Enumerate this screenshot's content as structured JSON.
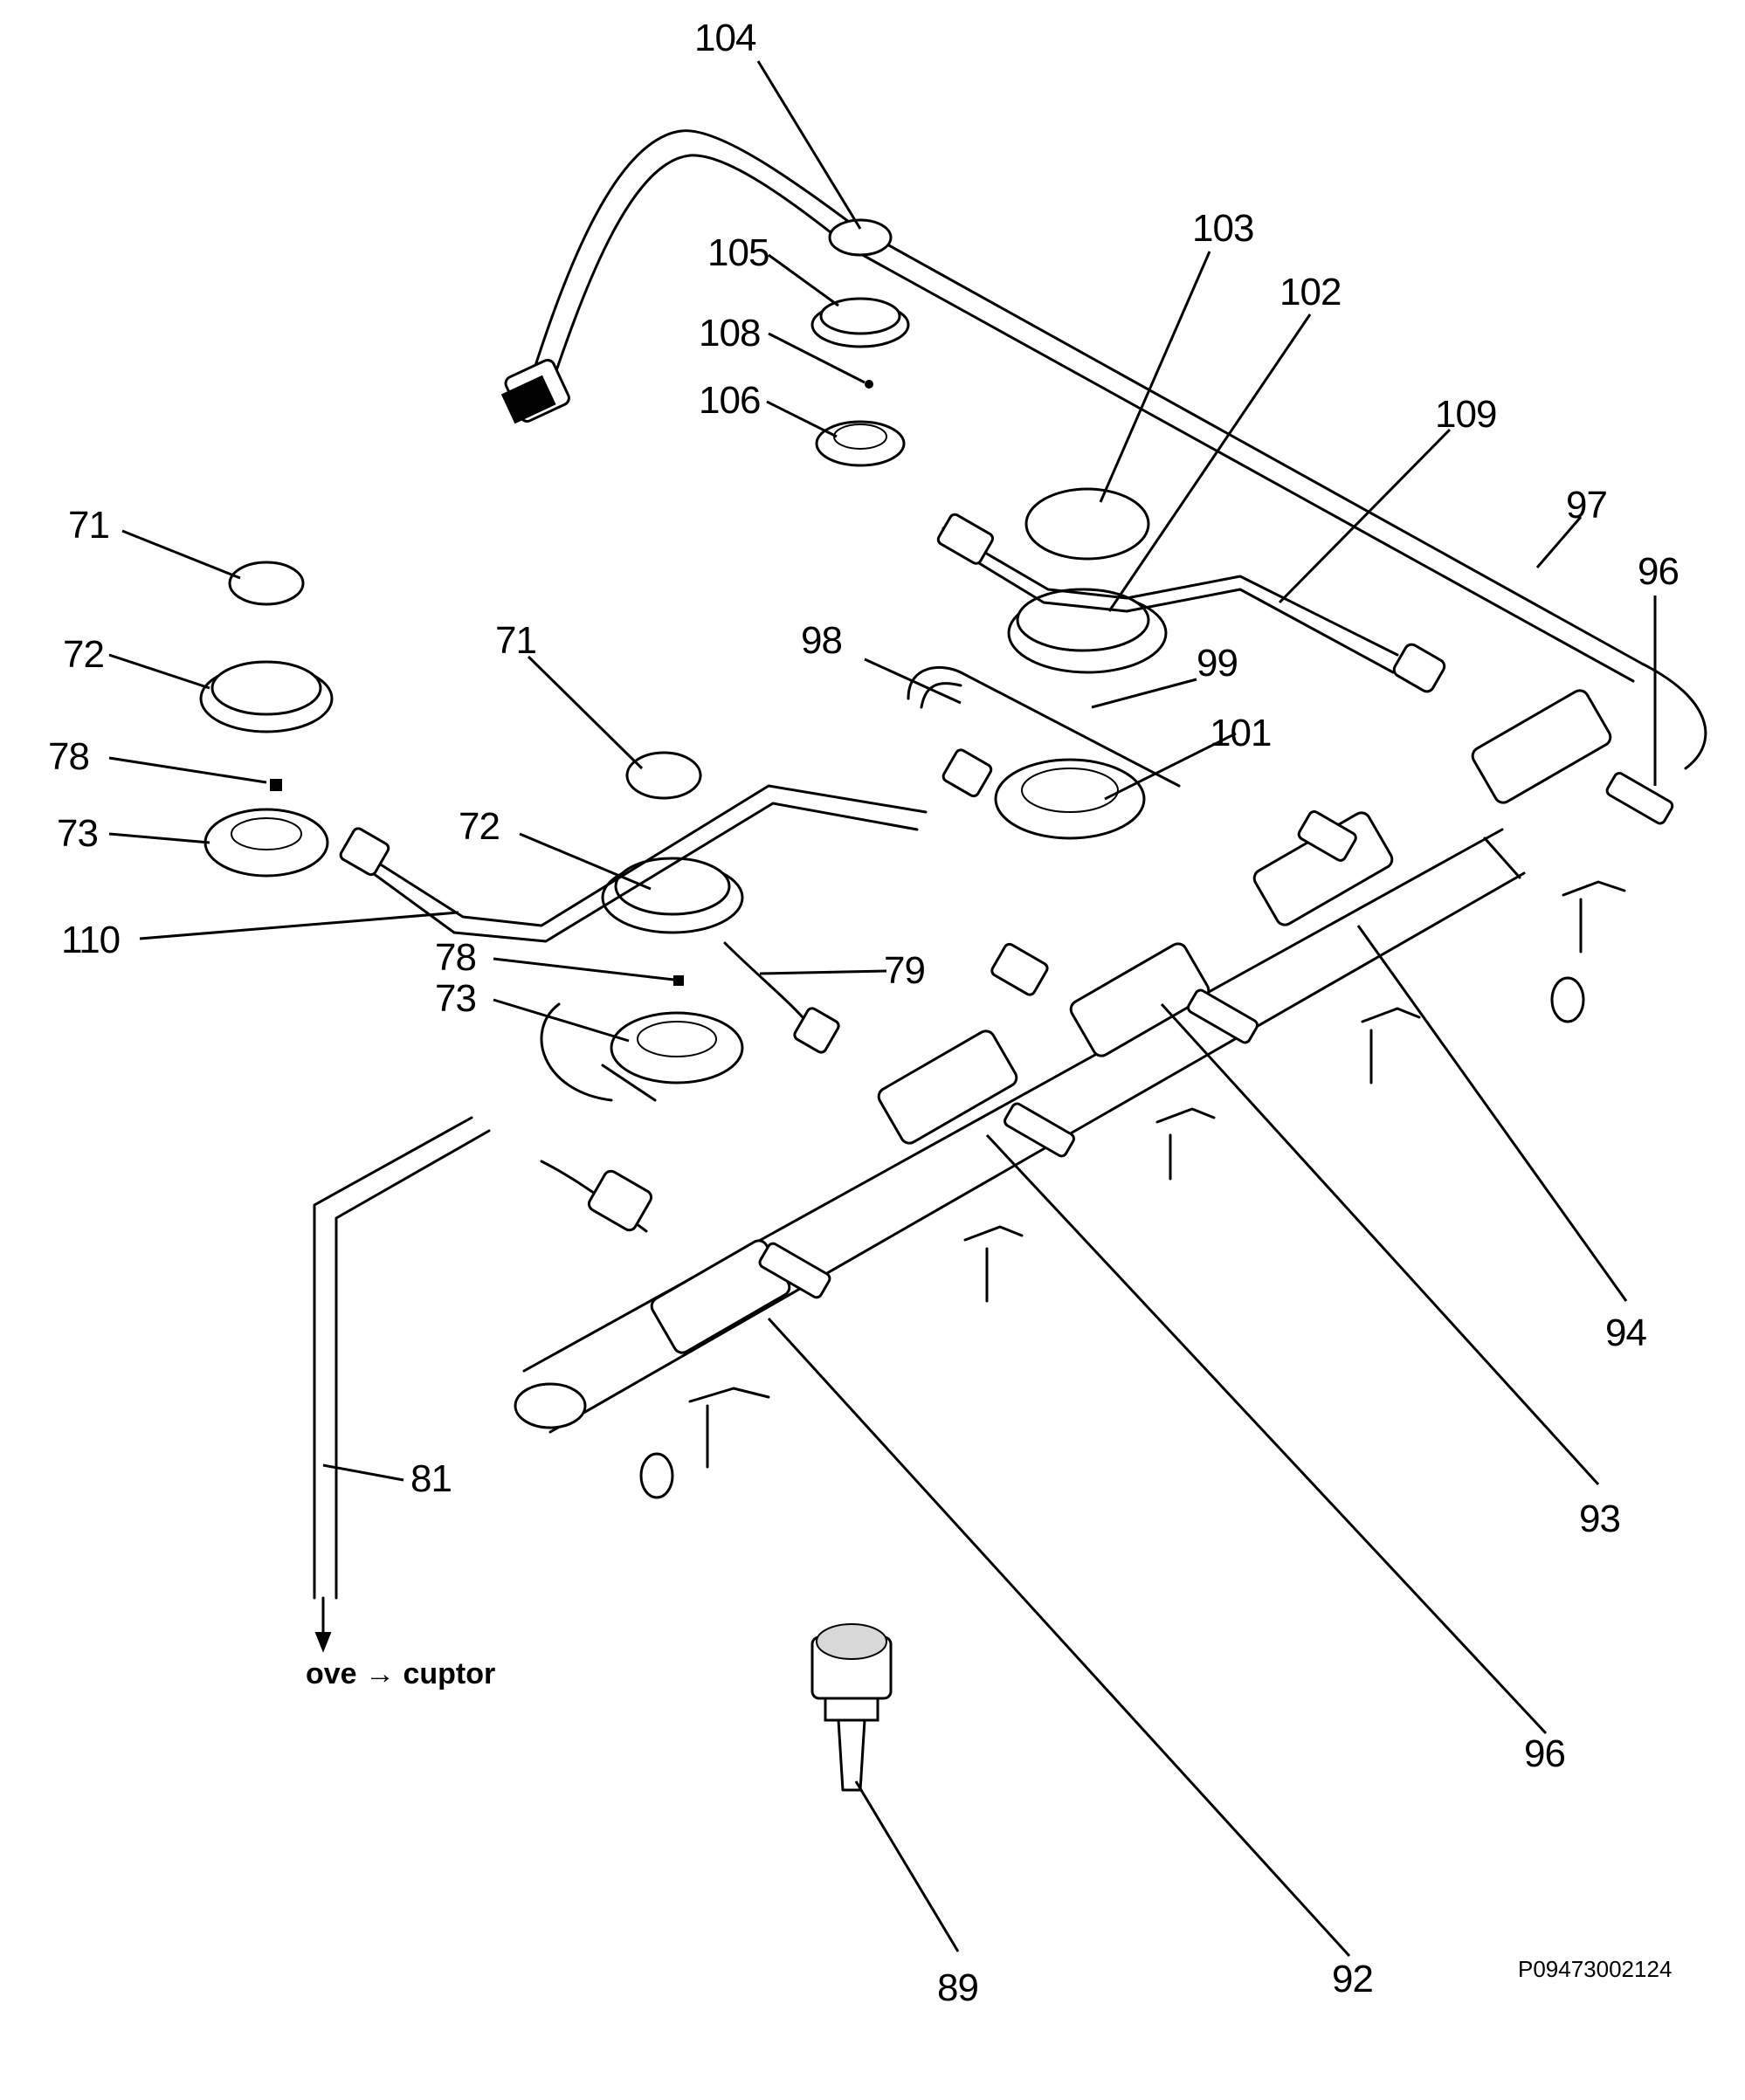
{
  "labels": {
    "l104": "104",
    "l105": "105",
    "l108": "108",
    "l106": "106",
    "l103": "103",
    "l102": "102",
    "l109": "109",
    "l97": "97",
    "l96a": "96",
    "l71a": "71",
    "l72a": "72",
    "l78a": "78",
    "l73a": "73",
    "l98": "98",
    "l99": "99",
    "l101": "101",
    "l71b": "71",
    "l72b": "72",
    "l110": "110",
    "l78b": "78",
    "l73b": "73",
    "l79": "79",
    "l94": "94",
    "l93": "93",
    "l81": "81",
    "l96b": "96",
    "l92": "92",
    "l89": "89"
  },
  "caption": "ove  → cuptor",
  "figure_id": "P09473002124"
}
